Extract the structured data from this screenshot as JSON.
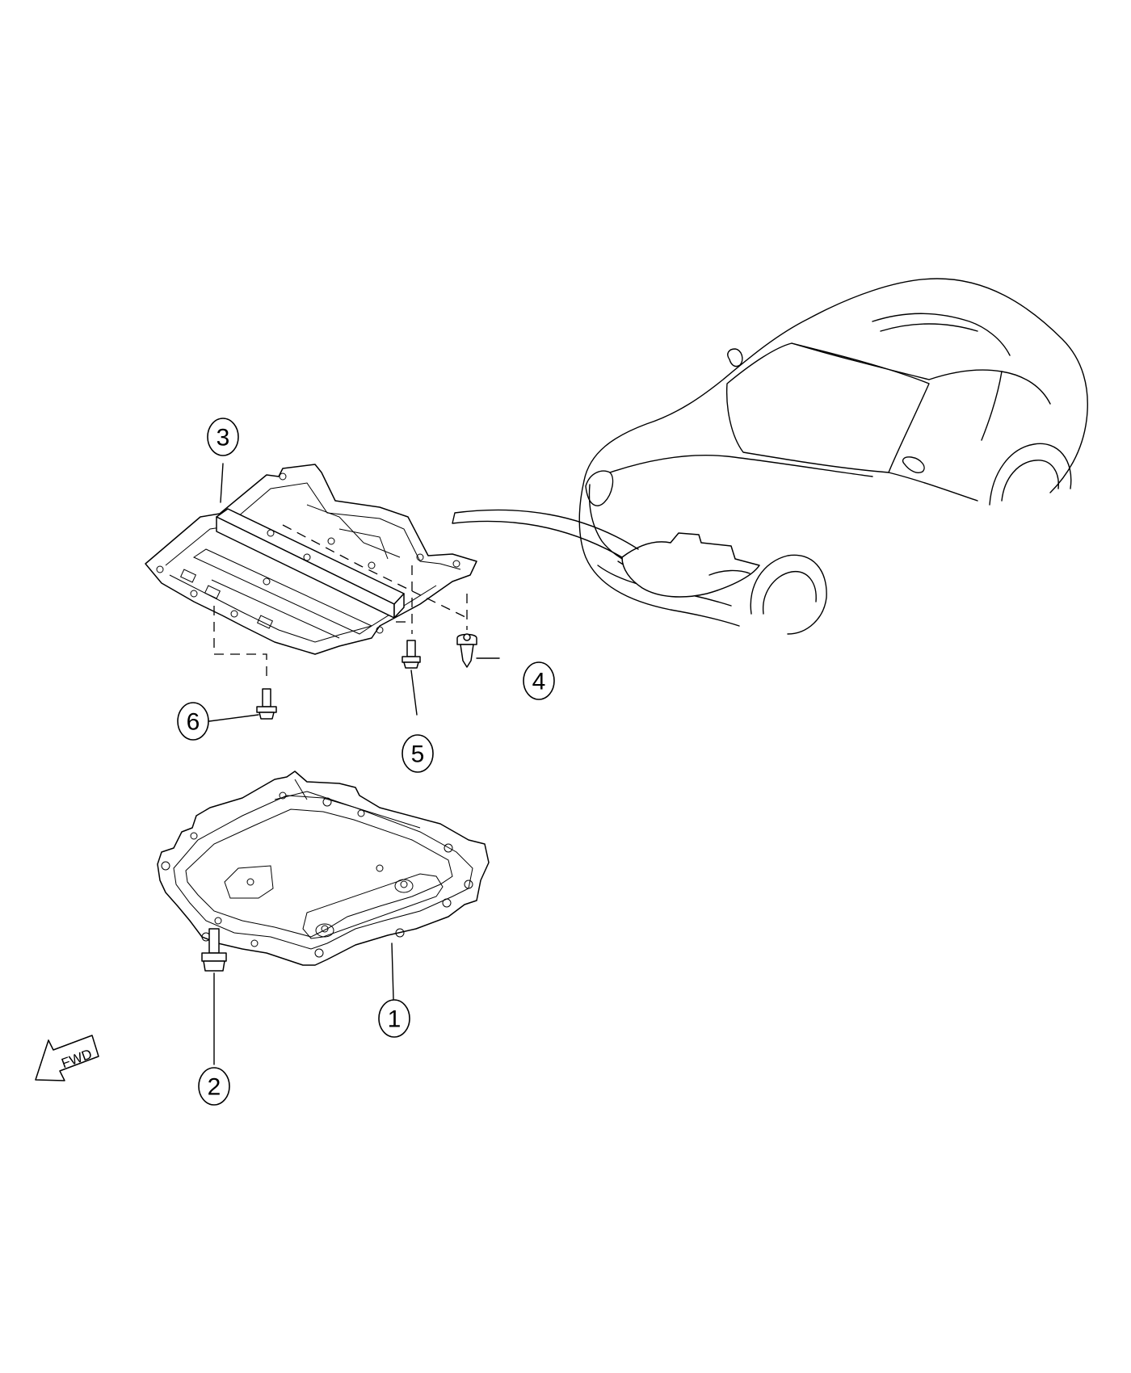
{
  "callouts": [
    {
      "id": "1",
      "label": "1"
    },
    {
      "id": "2",
      "label": "2"
    },
    {
      "id": "3",
      "label": "3"
    },
    {
      "id": "4",
      "label": "4"
    },
    {
      "id": "5",
      "label": "5"
    },
    {
      "id": "6",
      "label": "6"
    }
  ],
  "direction_marker": {
    "label": "FWD",
    "icon": "forward-arrow-icon"
  },
  "colors": {
    "line": "#000000",
    "background": "#ffffff"
  }
}
